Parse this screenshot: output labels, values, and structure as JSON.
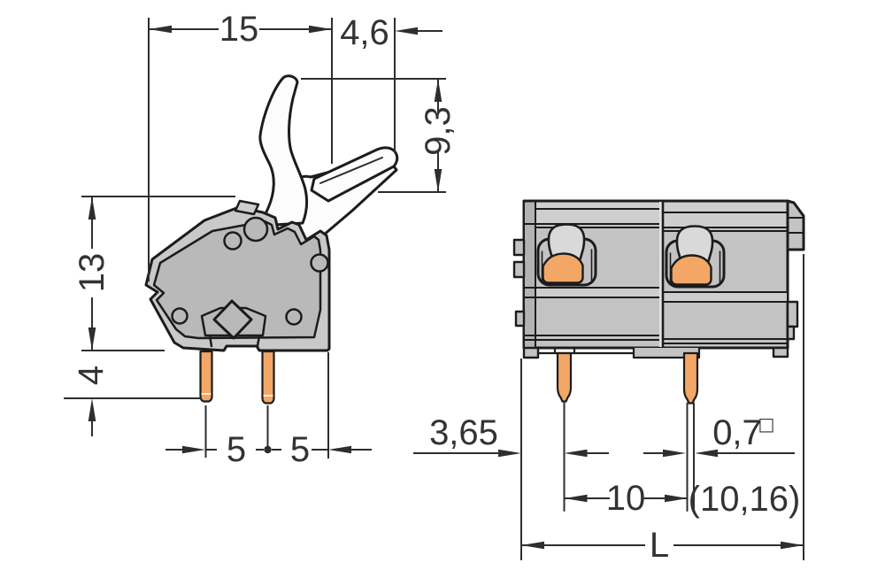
{
  "dimensions": {
    "side": {
      "overall_width": "15",
      "lever_offset": "4,6",
      "lever_height": "9,3",
      "housing_height": "13",
      "pin_length": "4",
      "pin_spacing_a": "5",
      "pin_spacing_b": "5"
    },
    "front": {
      "edge_to_pin": "3,65",
      "pin_width": "0,7",
      "pin_square_symbol": "□",
      "pole_pitch": "10",
      "pole_pitch_alt": "(10,16)",
      "overall_length": "L"
    }
  },
  "colors": {
    "background": "#ffffff",
    "line_black": "#1c1c1c",
    "dim_line": "#2e2e2e",
    "dim_text": "#333333",
    "housing_gray": "#c3c3c3",
    "housing_border_gray": "#c9c9c9",
    "panel_gray": "#b9b9b9",
    "band_gray": "#cecece",
    "side_wall_gray": "#b3b3b3",
    "lever_white": "#fcfcfc",
    "spring_gray": "#d9d9d9",
    "contact_orange": "#f3a766",
    "divider_light": "#e3e3e3"
  }
}
